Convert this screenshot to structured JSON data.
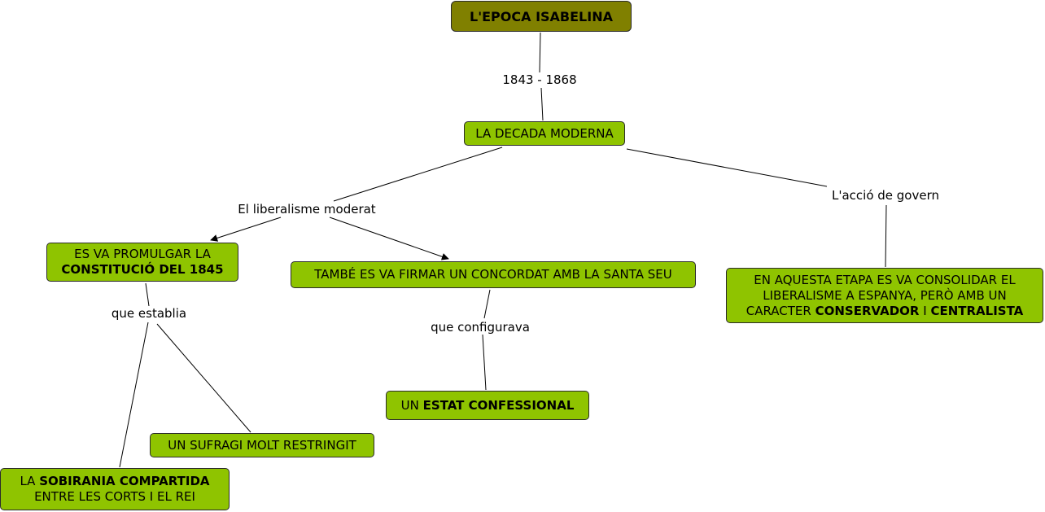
{
  "nodes": {
    "root": {
      "text": "L'EPOCA ISABELINA"
    },
    "decada": {
      "text": "LA DECADA MODERNA"
    },
    "constitucio": {
      "line1": "ES VA PROMULGAR LA",
      "line2_bold": "CONSTITUCIÓ DEL 1845"
    },
    "concordat": {
      "text": "TAMBÉ ES VA FIRMAR UN CONCORDAT AMB LA SANTA SEU"
    },
    "conservador": {
      "line1": "EN AQUESTA ETAPA ES VA CONSOLIDAR EL",
      "line2": "LIBERALISME A ESPANYA, PERÒ AMB UN",
      "line3_a": "CARACTER ",
      "line3_b_bold": "CONSERVADOR",
      "line3_c": " I ",
      "line3_d_bold": "CENTRALISTA"
    },
    "estat": {
      "prefix": "UN ",
      "bold": "ESTAT CONFESSIONAL"
    },
    "sufragi": {
      "text": "UN SUFRAGI MOLT RESTRINGIT"
    },
    "sobirania": {
      "line1_a": "LA ",
      "line1_b_bold": "SOBIRANIA COMPARTIDA",
      "line2": "ENTRE LES CORTS I EL REI"
    }
  },
  "linking_phrases": {
    "dates": "1843 - 1868",
    "liberalisme": "El liberalisme moderat",
    "govern": "L'acció de govern",
    "establia": "que establia",
    "configurava": "que configurava"
  },
  "colors": {
    "root_fill": "#808000",
    "node_fill": "#8fc400",
    "border": "#2b2b2b",
    "line": "#000000"
  }
}
